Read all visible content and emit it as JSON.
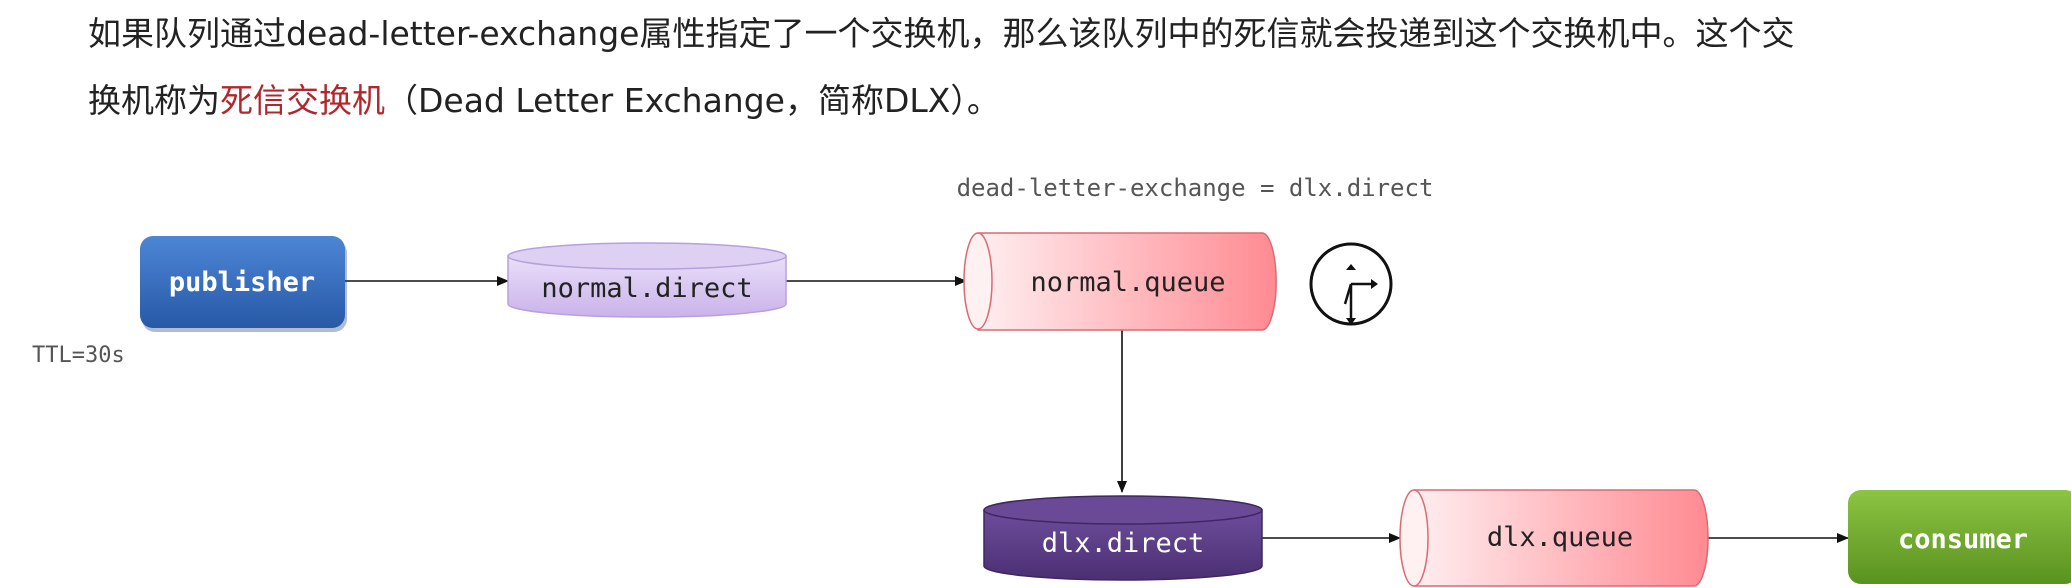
{
  "paragraph": {
    "line1": "如果队列通过dead-letter-exchange属性指定了一个交换机，那么该队列中的死信就会投递到这个交换机中。这个交",
    "line2_pre": "换机称为",
    "line2_highlight": "死信交换机",
    "line2_post": "（Dead Letter Exchange，简称DLX）。"
  },
  "diagram": {
    "annotation": "dead-letter-exchange = dlx.direct",
    "ttl_label": "TTL=30s",
    "nodes": {
      "publisher": "publisher",
      "normal_exchange": "normal.direct",
      "normal_queue": "normal.queue",
      "dlx_exchange": "dlx.direct",
      "dlx_queue": "dlx.queue",
      "consumer": "consumer"
    },
    "icons": {
      "timer": "clock-icon"
    },
    "colors": {
      "publisher": "#2f6bbf",
      "normal_exchange": "#d6c5ef",
      "queue": "#ff8f96",
      "dlx_exchange": "#5b3b86",
      "consumer": "#6aa12a"
    }
  }
}
